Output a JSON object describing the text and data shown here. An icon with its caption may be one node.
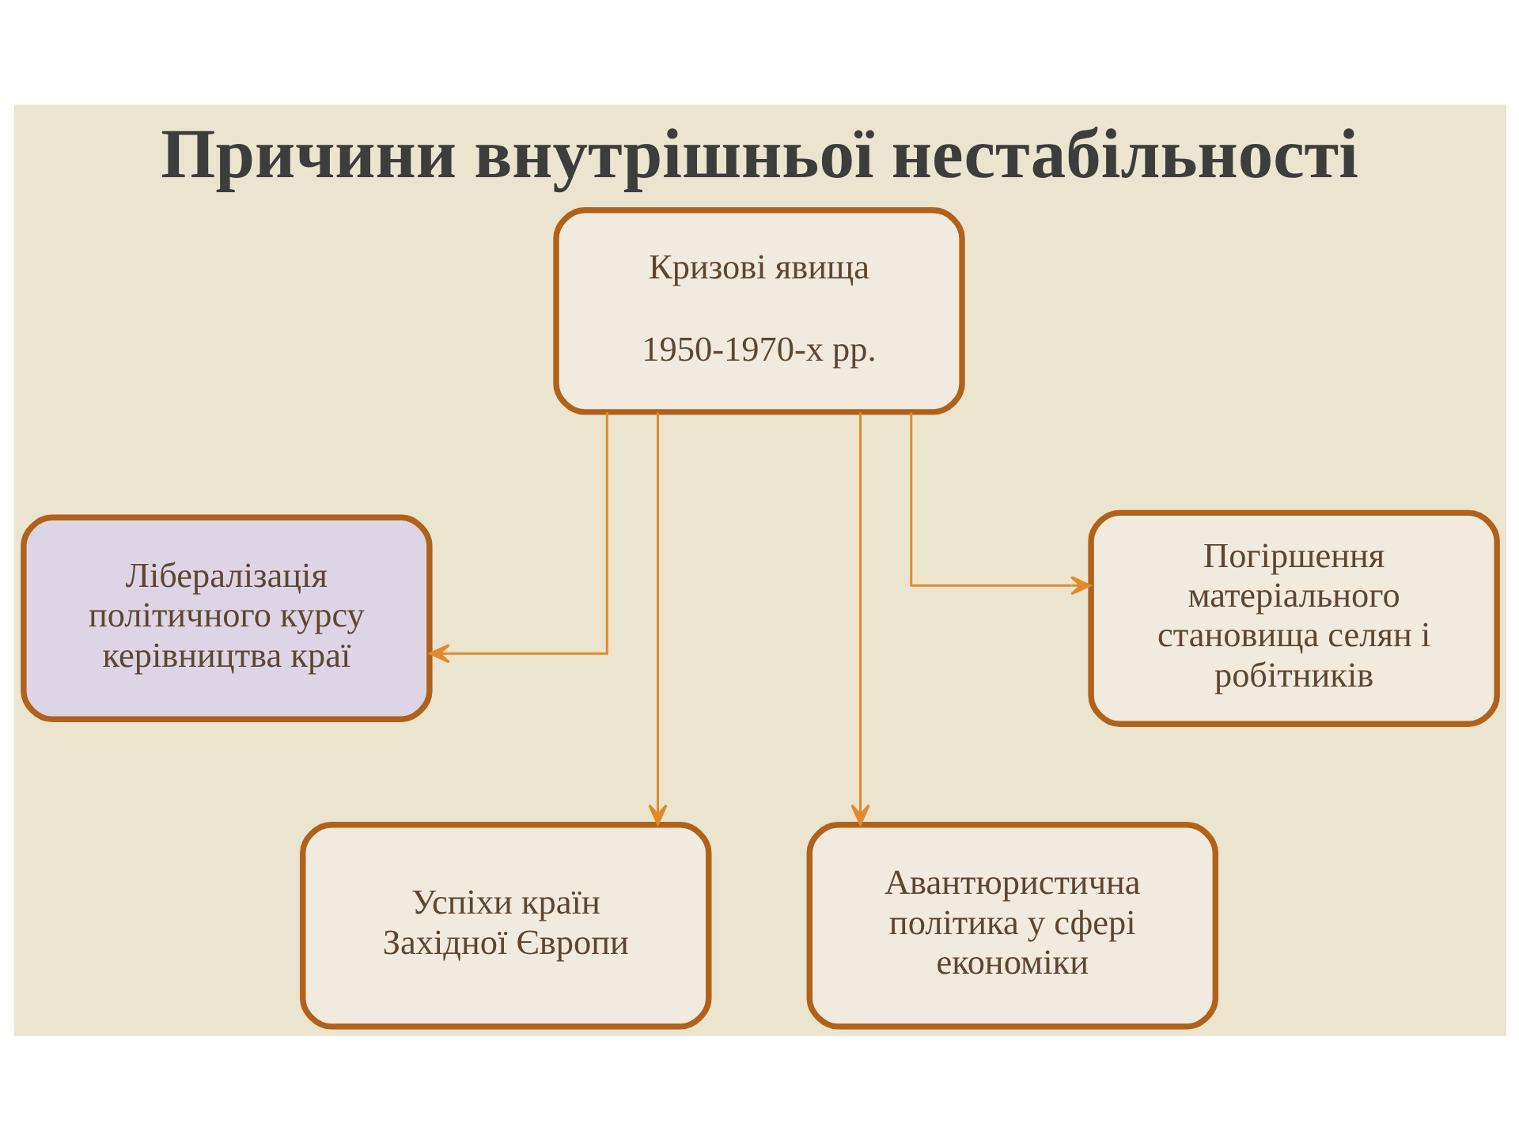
{
  "diagram": {
    "title": "Причини внутрішньої нестабільності",
    "nodes": [
      {
        "text": [
          "Кризові явища",
          "1950-1970-х рр."
        ]
      },
      {
        "text": [
          "Лібералізація політичного курсу керівництва краї"
        ]
      },
      {
        "text": [
          "Погіршення матеріального становища селян і робітників"
        ]
      },
      {
        "text": [
          "Успіхи країн Західної Європи"
        ]
      },
      {
        "text": [
          "Авантюристична політика у сфері економіки"
        ]
      }
    ],
    "edges": [
      {
        "from": 0,
        "to": 1,
        "arrow": "to"
      },
      {
        "from": 0,
        "to": 3,
        "arrow": "to"
      },
      {
        "from": 0,
        "to": 4,
        "arrow": "to"
      },
      {
        "from": 0,
        "to": 2,
        "arrow": "to"
      }
    ]
  }
}
